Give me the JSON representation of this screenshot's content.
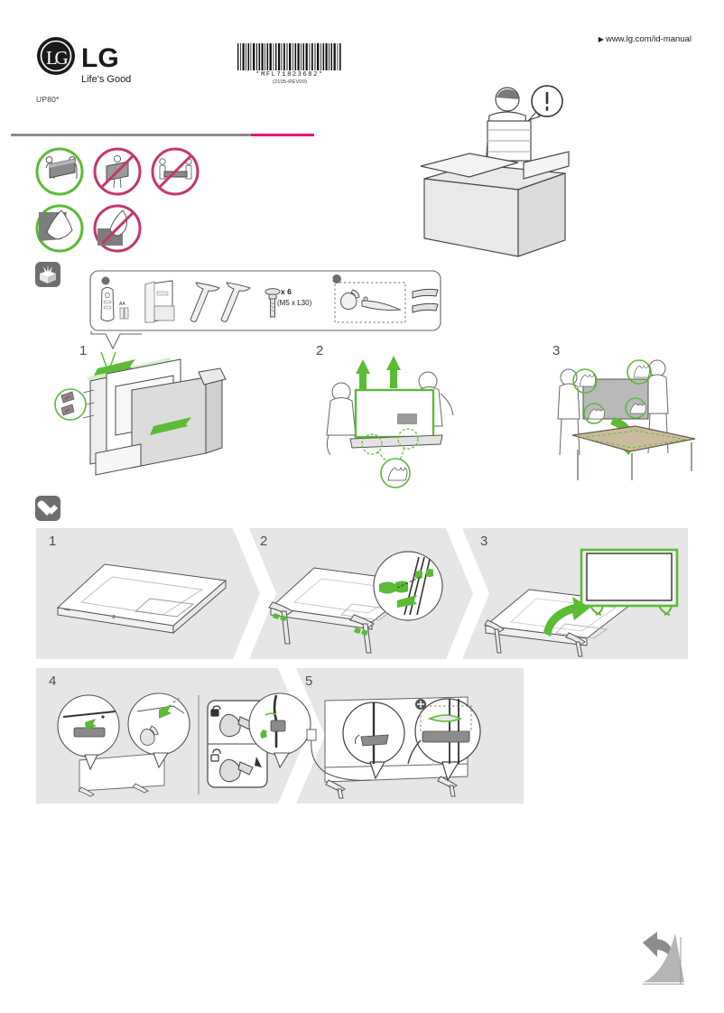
{
  "document": {
    "brand": "LG",
    "tagline": "Life's Good",
    "model_code": "UP80*",
    "barcode_number": "*MFL71823682*",
    "barcode_revision": "(2105-REV00)",
    "manual_url": "www.lg.com/id-manual",
    "url_marker": "▶"
  },
  "colors": {
    "accent_pink": "#e5147f",
    "accent_green": "#5bbb35",
    "warn_red": "#c8346e",
    "panel_grey": "#e6e6e6",
    "badge_grey": "#6d6e70",
    "ink": "#231f20"
  },
  "handling_icons": [
    {
      "name": "two-people-carry-ok",
      "state": "allowed"
    },
    {
      "name": "one-person-carry-not-allowed",
      "state": "forbidden"
    },
    {
      "name": "carry-screen-down-not-allowed",
      "state": "forbidden"
    },
    {
      "name": "hold-frame-edge-ok",
      "state": "allowed"
    },
    {
      "name": "press-screen-not-allowed",
      "state": "forbidden"
    }
  ],
  "sections": {
    "unboxing": {
      "badge_icon": "open-box-icon",
      "steps": [
        {
          "number": "1",
          "name": "open-carton-and-remove-protectors"
        },
        {
          "number": "2",
          "name": "two-people-lift-tv-out"
        },
        {
          "number": "3",
          "name": "place-tv-face-down-on-padded-table"
        }
      ]
    },
    "assembly": {
      "badge_icon": "screwdriver-icon",
      "steps": [
        {
          "number": "1",
          "name": "tv-face-down-flat"
        },
        {
          "number": "2",
          "name": "attach-stand-legs-with-screws"
        },
        {
          "number": "3",
          "name": "stand-tv-upright"
        },
        {
          "number": "4",
          "name": "attach-cable-holder-and-lock-clip"
        },
        {
          "number": "5",
          "name": "route-cables-through-holder"
        }
      ]
    }
  },
  "accessories": [
    {
      "name": "remote-control",
      "label": ""
    },
    {
      "name": "aa-batteries",
      "label": "AA"
    },
    {
      "name": "user-manual",
      "label": ""
    },
    {
      "name": "stand-leg-left",
      "label": ""
    },
    {
      "name": "stand-leg-right",
      "label": ""
    },
    {
      "name": "screws",
      "count_label": "x 6",
      "spec_label": "(M5 x L30)"
    },
    {
      "name": "cable-clip-and-tie",
      "label": ""
    },
    {
      "name": "cable-holders",
      "label": ""
    }
  ],
  "footer": {
    "flip_page_icon": "page-turn-icon"
  }
}
